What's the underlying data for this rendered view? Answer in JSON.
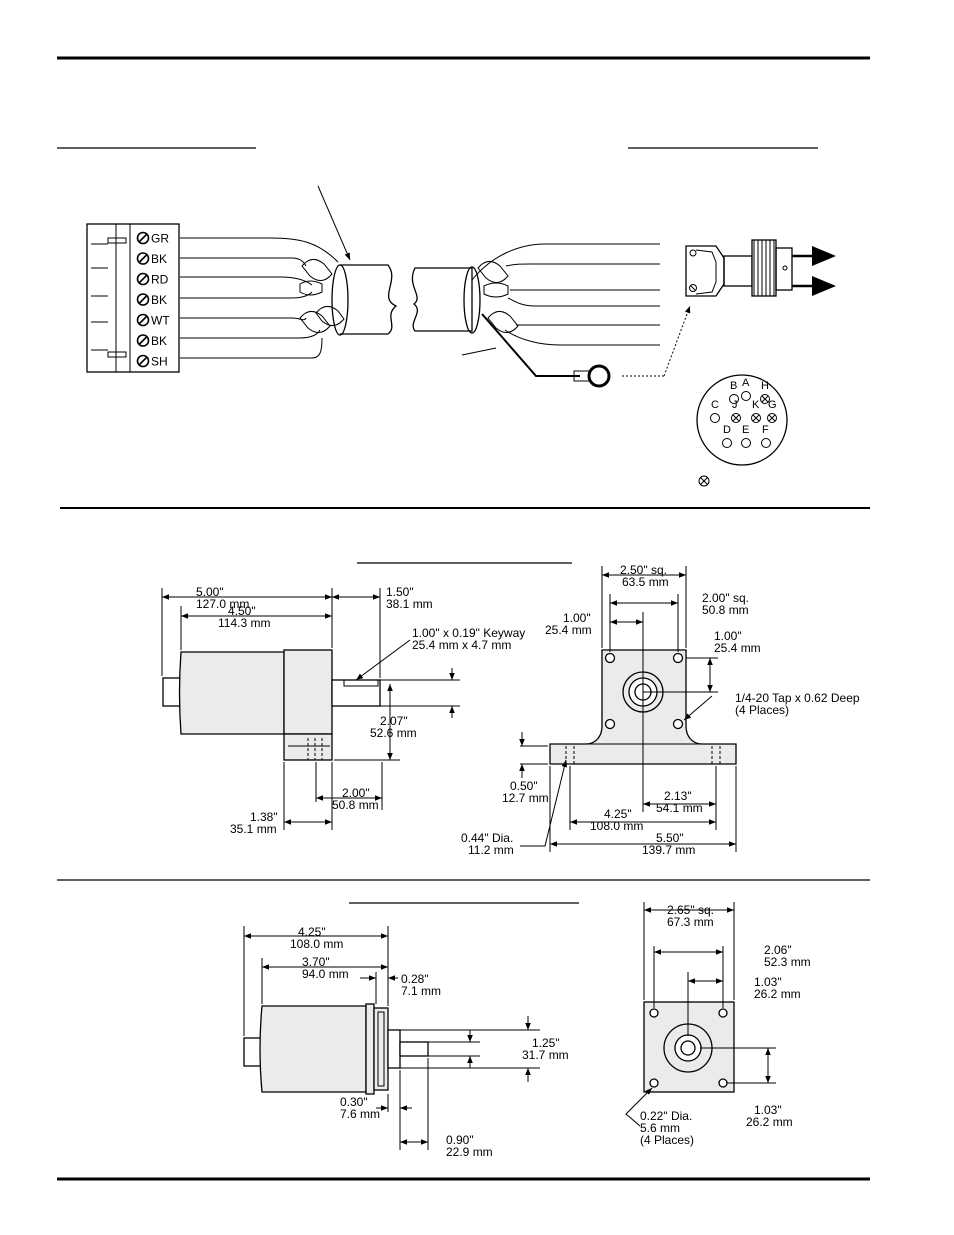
{
  "wiring": {
    "terminals": [
      "GR",
      "BK",
      "RD",
      "BK",
      "WT",
      "BK",
      "SH"
    ],
    "connector_pins": [
      {
        "label": "A",
        "crossed": false
      },
      {
        "label": "B",
        "crossed": false
      },
      {
        "label": "H",
        "crossed": true
      },
      {
        "label": "C",
        "crossed": false
      },
      {
        "label": "J",
        "crossed": true
      },
      {
        "label": "K",
        "crossed": true
      },
      {
        "label": "G",
        "crossed": true
      },
      {
        "label": "D",
        "crossed": false
      },
      {
        "label": "E",
        "crossed": false
      },
      {
        "label": "F",
        "crossed": false
      }
    ]
  },
  "motor_large": {
    "dims": {
      "overall": [
        "5.00\"",
        "127.0 mm"
      ],
      "body": [
        "4.50\"",
        "114.3 mm"
      ],
      "shaft": [
        "1.50\"",
        "38.1 mm"
      ],
      "keyway": [
        "1.00\" x 0.19\" Keyway",
        "25.4 mm x 4.7 mm"
      ],
      "height": [
        "2.07\"",
        "52.6 mm"
      ],
      "foot": [
        "2.00\"",
        "50.8 mm"
      ],
      "base": [
        "1.38\"",
        "35.1 mm"
      ],
      "flange_sq": [
        "2.50\" sq.",
        "63.5 mm"
      ],
      "bolt_sq": [
        "2.00\" sq.",
        "50.8 mm"
      ],
      "half_bolt_x": [
        "1.00\"",
        "25.4 mm"
      ],
      "half_bolt_y": [
        "1.00\"",
        "25.4 mm"
      ],
      "tap": [
        "1/4-20 Tap x 0.62 Deep",
        "(4 Places)"
      ],
      "base_thick": [
        "0.50\"",
        "12.7 mm"
      ],
      "center_height": [
        "2.13\"",
        "54.1 mm"
      ],
      "hole_spacing": [
        "4.25\"",
        "108.0 mm"
      ],
      "base_width": [
        "5.50\"",
        "139.7 mm"
      ],
      "hole_dia": [
        "0.44\" Dia.",
        "11.2 mm"
      ]
    }
  },
  "motor_small": {
    "dims": {
      "overall": [
        "4.25\"",
        "108.0 mm"
      ],
      "body": [
        "3.70\"",
        "94.0 mm"
      ],
      "flange": [
        "0.28\"",
        "7.1 mm"
      ],
      "pilot": [
        "1.25\"",
        "31.7 mm"
      ],
      "pilot_len": [
        "0.30\"",
        "7.6 mm"
      ],
      "shaft": [
        "0.90\"",
        "22.9 mm"
      ],
      "flange_sq": [
        "2.65\" sq.",
        "67.3 mm"
      ],
      "bolt_x": [
        "2.06\"",
        "52.3 mm"
      ],
      "half_bolt_x": [
        "1.03\"",
        "26.2 mm"
      ],
      "half_bolt_y": [
        "1.03\"",
        "26.2 mm"
      ],
      "hole_dia": [
        "0.22\" Dia.",
        "5.6 mm",
        "(4 Places)"
      ]
    }
  }
}
